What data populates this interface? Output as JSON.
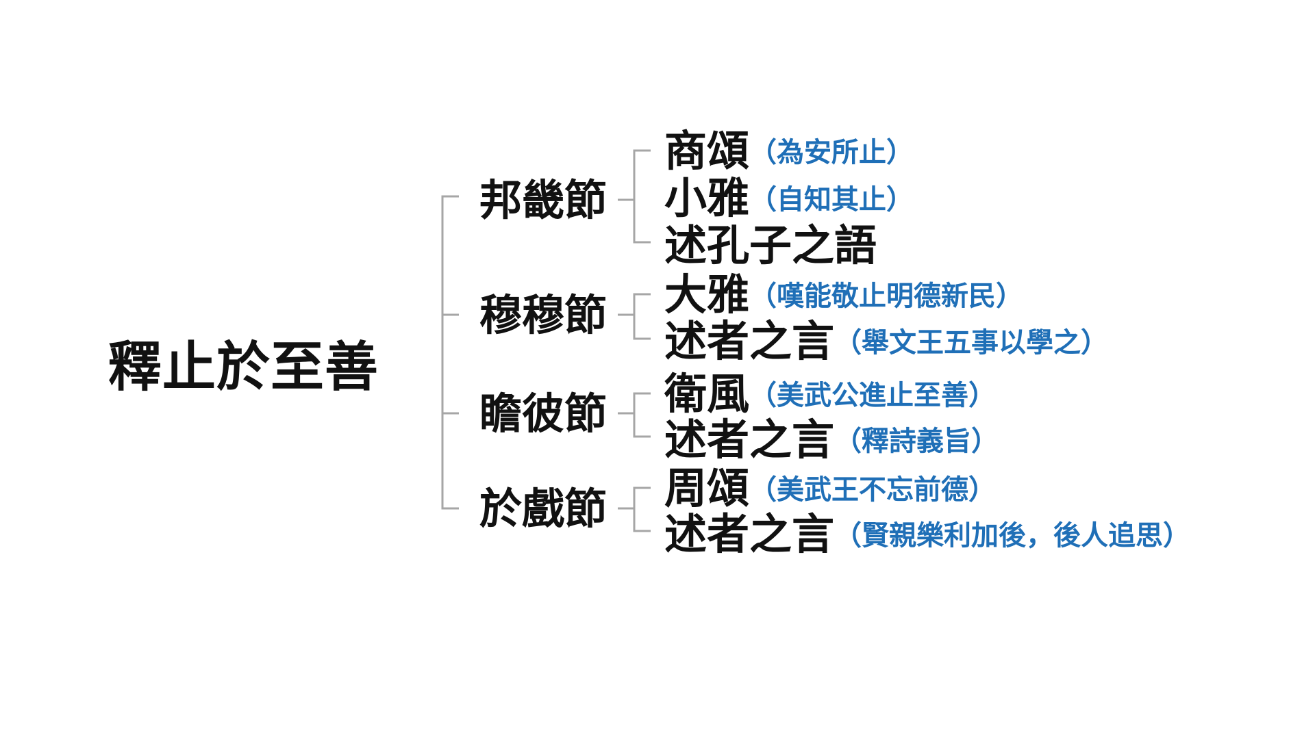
{
  "colors": {
    "text": "#111111",
    "note": "#1f6fb7",
    "connector": "#a6a6a6"
  },
  "root": "釋止於至善",
  "sections": [
    {
      "title": "邦畿節",
      "items": [
        {
          "text": "商頌",
          "note": "（為安所止）"
        },
        {
          "text": "小雅",
          "note": "（自知其止）"
        },
        {
          "text": "述孔子之語",
          "note": ""
        }
      ]
    },
    {
      "title": "穆穆節",
      "items": [
        {
          "text": "大雅",
          "note": "（嘆能敬止明德新民）"
        },
        {
          "text": "述者之言",
          "note": "（舉文王五事以學之）"
        }
      ]
    },
    {
      "title": "瞻彼節",
      "items": [
        {
          "text": "衛風",
          "note": "（美武公進止至善）"
        },
        {
          "text": "述者之言",
          "note": "（釋詩義旨）"
        }
      ]
    },
    {
      "title": "於戲節",
      "items": [
        {
          "text": "周頌",
          "note": "（美武王不忘前德）"
        },
        {
          "text": "述者之言",
          "note": "（賢親樂利加後，後人追思）"
        }
      ]
    }
  ]
}
